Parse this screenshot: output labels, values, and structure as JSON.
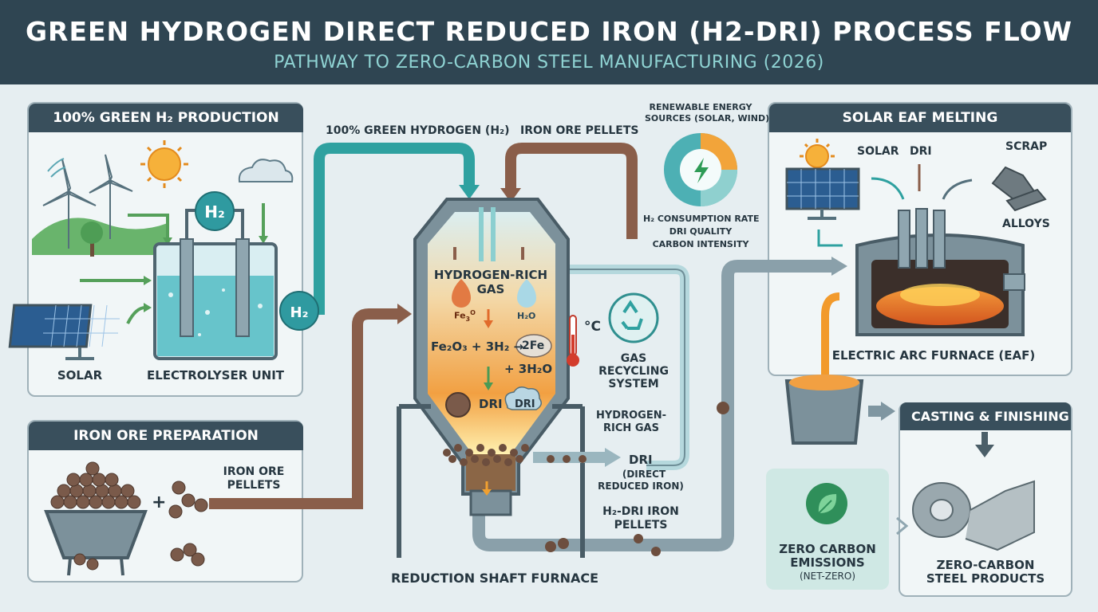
{
  "header": {
    "title": "GREEN HYDROGEN DIRECT REDUCED IRON (H2-DRI) PROCESS FLOW",
    "subtitle": "PATHWAY TO ZERO-CARBON STEEL MANUFACTURING (2026)"
  },
  "h2_production": {
    "title": "100% GREEN H₂ PRODUCTION",
    "solar_label": "SOLAR",
    "electrolyser_label": "ELECTROLYSER UNIT",
    "h2_badge": "H₂",
    "h2_outlet_badge": "H₂"
  },
  "iron_ore_prep": {
    "title": "IRON ORE PREPARATION",
    "plus": "+",
    "pellets_label_1": "IRON ORE",
    "pellets_label_2": "PELLETS"
  },
  "flows": {
    "green_h2": "100% GREEN HYDROGEN (H₂)",
    "iron_ore_pellets": "IRON ORE PELLETS",
    "h2_dri_pellets_1": "H₂-DRI IRON",
    "h2_dri_pellets_2": "PELLETS"
  },
  "furnace": {
    "gas_label_1": "HYDROGEN-RICH",
    "gas_label_2": "GAS",
    "fe_badge": "Fe",
    "fe_sup": "O",
    "fe_sub": "3",
    "h2o_badge": "H₂O",
    "equation_left": "Fe₂O₃ + 3H₂ →",
    "equation_product": "2Fe",
    "equation_right": "+ 3H₂O",
    "dri_label": "DRI",
    "dri_bubble": "DRI",
    "temp_label": "°C",
    "out_gas_1": "HYDROGEN-",
    "out_gas_2": "RICH GAS",
    "dri_out": "DRI",
    "dri_out_sub_1": "(DIRECT",
    "dri_out_sub_2": "REDUCED IRON)",
    "name": "REDUCTION SHAFT FURNACE"
  },
  "recycling": {
    "label_1": "GAS",
    "label_2": "RECYCLING",
    "label_3": "SYSTEM"
  },
  "monitor": {
    "renewable_1": "RENEWABLE ENERGY",
    "renewable_2": "SOURCES (SOLAR, WIND)",
    "metric_1": "H₂ CONSUMPTION RATE",
    "metric_2": "DRI QUALITY",
    "metric_3": "CARBON INTENSITY"
  },
  "eaf": {
    "title": "SOLAR EAF MELTING",
    "solar": "SOLAR",
    "dri": "DRI",
    "scrap": "SCRAP",
    "alloys": "ALLOYS",
    "name": "ELECTRIC ARC FURNACE (EAF)"
  },
  "casting": {
    "title": "CASTING & FINISHING",
    "zero_1": "ZERO CARBON",
    "zero_2": "EMISSIONS",
    "zero_3": "(NET-ZERO)",
    "products_1": "ZERO-CARBON",
    "products_2": "STEEL PRODUCTS"
  },
  "colors": {
    "header_bg": "#2f4552",
    "teal_pipe": "#2fa1a0",
    "brown_pipe": "#8a5e4a",
    "gray_pipe": "#7f96a1",
    "furnace_hot": "#f2a042",
    "eco_green": "#3aa168"
  }
}
